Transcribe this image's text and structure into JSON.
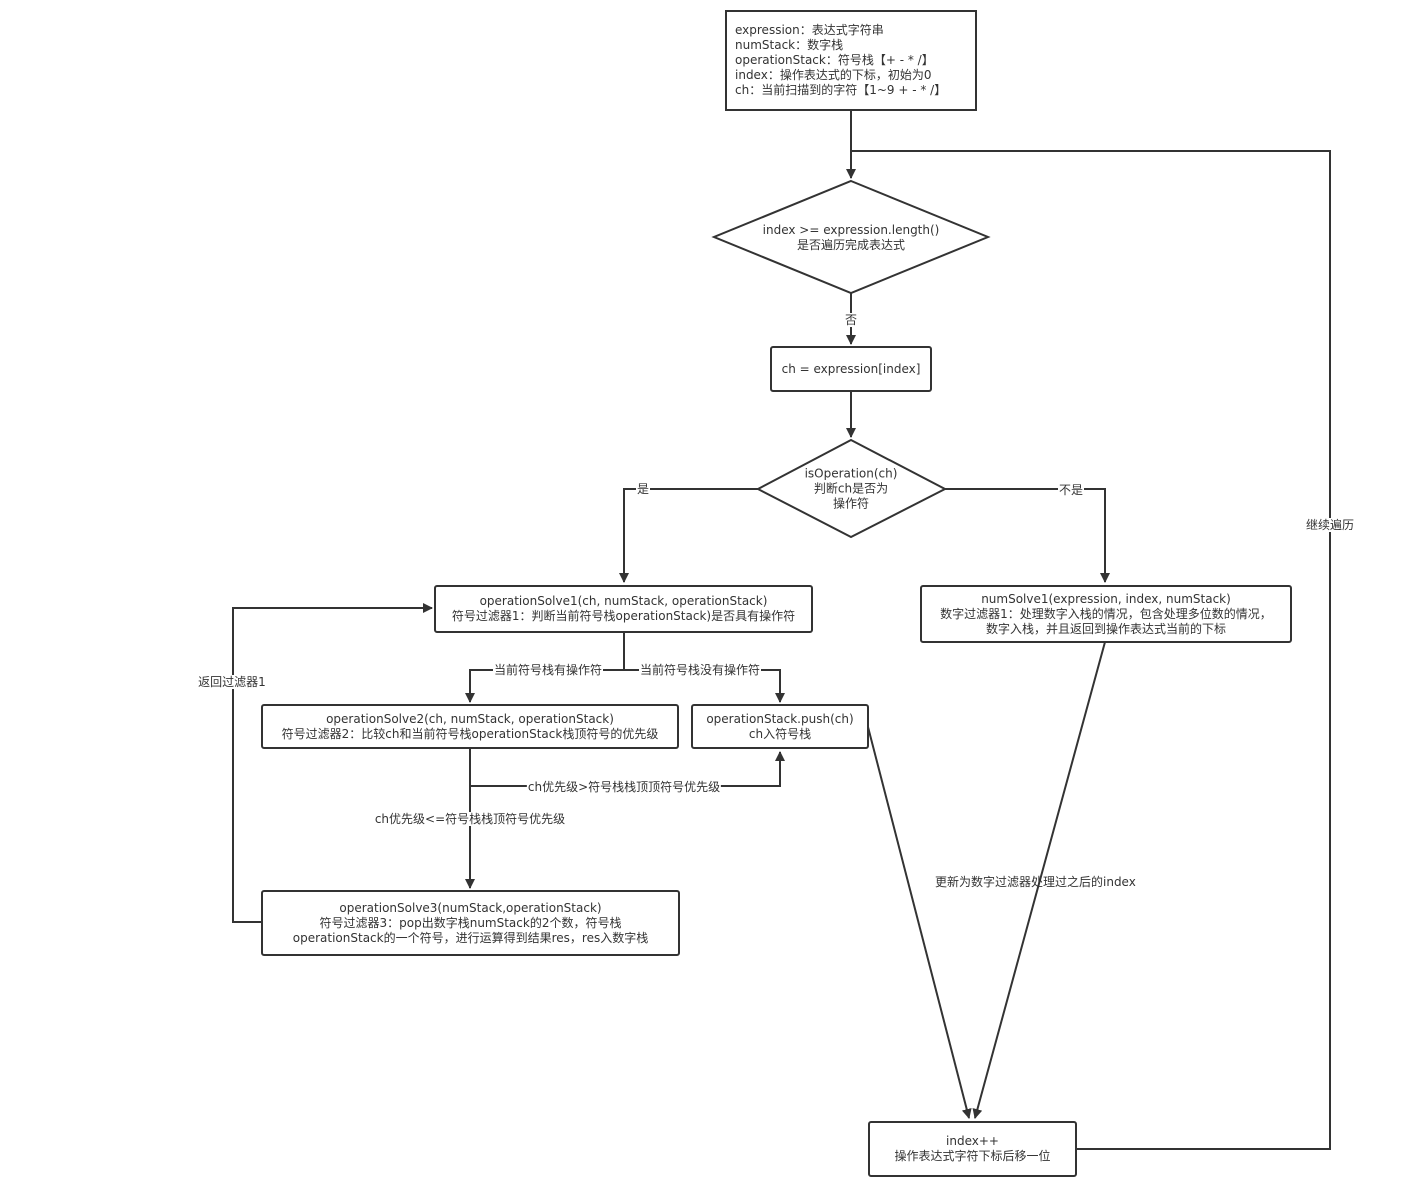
{
  "nodes": {
    "definitions": {
      "lines": [
        "expression：表达式字符串",
        "numStack：数字栈",
        "operationStack：符号栈【+ - * /】",
        "index：操作表达式的下标，初始为0",
        "ch：当前扫描到的字符【1~9 + - * /】"
      ]
    },
    "loop_check": {
      "lines": [
        "index >=  expression.length()",
        "是否遍历完成表达式"
      ]
    },
    "read_char": {
      "lines": [
        "ch = expression[index]"
      ]
    },
    "is_operation": {
      "lines": [
        "isOperation(ch)",
        "判断ch是否为",
        "操作符"
      ]
    },
    "operation_solve1": {
      "lines": [
        "operationSolve1(ch, numStack, operationStack)",
        "符号过滤器1：判断当前符号栈operationStack)是否具有操作符"
      ]
    },
    "num_solve1": {
      "lines": [
        "numSolve1(expression, index, numStack)",
        "数字过滤器1：处理数字入栈的情况，包含处理多位数的情况，",
        "数字入栈，并且返回到操作表达式当前的下标"
      ]
    },
    "operation_solve2": {
      "lines": [
        "operationSolve2(ch, numStack, operationStack)",
        "符号过滤器2：比较ch和当前符号栈operationStack栈顶符号的优先级"
      ]
    },
    "push_op": {
      "lines": [
        "operationStack.push(ch)",
        "ch入符号栈"
      ]
    },
    "operation_solve3": {
      "lines": [
        "operationSolve3(numStack,operationStack)",
        "符号过滤器3：pop出数字栈numStack的2个数，符号栈",
        "operationStack的一个符号，进行运算得到结果res，res入数字栈"
      ]
    },
    "index_inc": {
      "lines": [
        "index++",
        "操作表达式字符下标后移一位"
      ]
    }
  },
  "edge_labels": {
    "no": "否",
    "yes": "是",
    "not_yes": "不是",
    "has_operator": "当前符号栈有操作符",
    "no_operator": "当前符号栈没有操作符",
    "priority_greater": "ch优先级>符号栈栈顶顶符号优先级",
    "priority_less_equal": "ch优先级<=符号栈栈顶符号优先级",
    "return_filter1": "返回过滤器1",
    "update_index": "更新为数字过滤器处理过之后的index",
    "continue_loop": "继续遍历"
  },
  "colors": {
    "line": "#333333",
    "text": "#333333",
    "background": "#ffffff"
  }
}
